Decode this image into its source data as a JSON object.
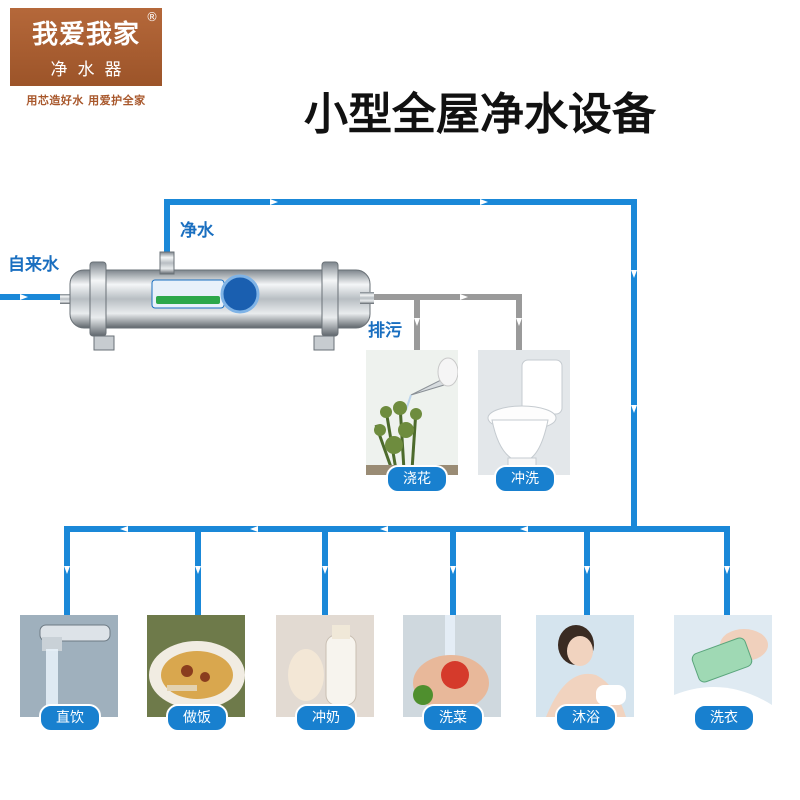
{
  "brand": {
    "name": "我爱我家",
    "product": "净水器",
    "registered": "®",
    "slogan": "用芯造好水 用爱护全家"
  },
  "title": "小型全屋净水设备",
  "labels": {
    "inlet": "自来水",
    "purified": "净水",
    "drain": "排污"
  },
  "drain_uses": [
    {
      "label": "浇花",
      "icon": "plant-watering"
    },
    {
      "label": "冲洗",
      "icon": "toilet"
    }
  ],
  "purified_uses": [
    {
      "label": "直饮",
      "icon": "faucet"
    },
    {
      "label": "做饭",
      "icon": "cooking"
    },
    {
      "label": "冲奶",
      "icon": "baby-bottle"
    },
    {
      "label": "洗菜",
      "icon": "washing-vegetables"
    },
    {
      "label": "沐浴",
      "icon": "shower"
    },
    {
      "label": "洗衣",
      "icon": "laundry-brush"
    }
  ],
  "colors": {
    "pipe_clean": "#1a88d8",
    "pipe_drain": "#9a9a9a",
    "label_pill": "#1880cf",
    "brand": "#a8572b"
  }
}
